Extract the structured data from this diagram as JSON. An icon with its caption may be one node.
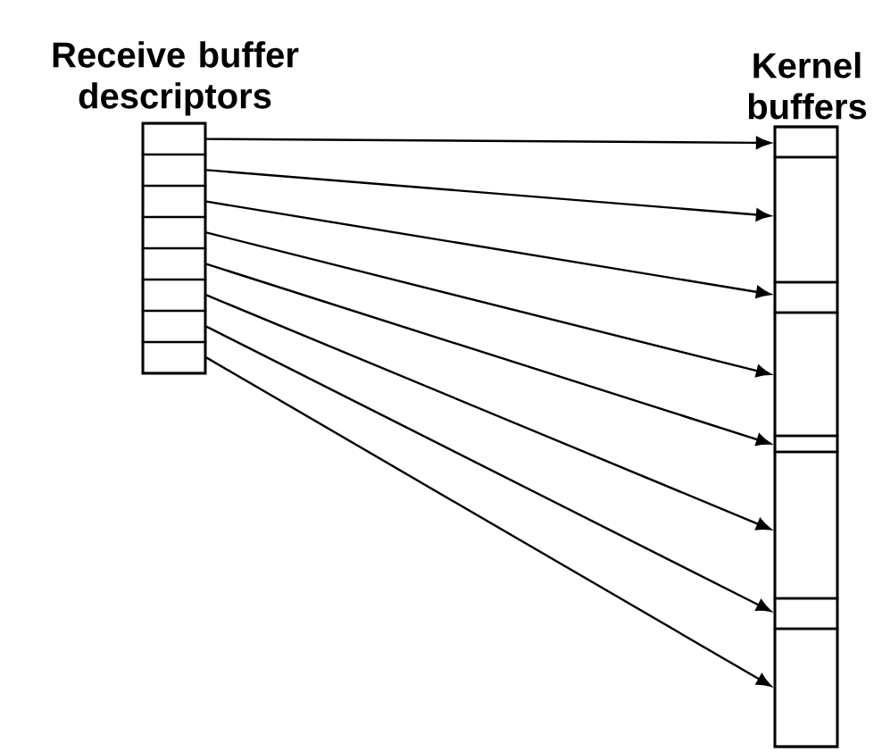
{
  "diagram": {
    "nodes": [
      {
        "text": [
          "Receive buffer descriptors"
        ]
      },
      {
        "text": [],
        "shape": "box",
        "in": 0
      },
      {
        "text": [],
        "shape": "box",
        "in": 0
      },
      {
        "text": [],
        "shape": "box",
        "in": 0
      },
      {
        "text": [],
        "shape": "box",
        "in": 0
      },
      {
        "text": [],
        "shape": "box",
        "in": 0
      },
      {
        "text": [],
        "shape": "box",
        "in": 0
      },
      {
        "text": [],
        "shape": "box",
        "in": 0
      },
      {
        "text": [],
        "shape": "box",
        "in": 0
      },
      {
        "text": [
          "Kernel buffers"
        ]
      },
      {
        "text": [],
        "shape": "box",
        "in": 9
      },
      {
        "text": [],
        "shape": "box",
        "in": 9
      },
      {
        "text": [],
        "shape": "box",
        "in": 9
      },
      {
        "text": [],
        "shape": "box",
        "in": 9
      },
      {
        "text": [],
        "shape": "box",
        "in": 9
      },
      {
        "text": [],
        "shape": "box",
        "in": 9
      },
      {
        "text": [],
        "shape": "box",
        "in": 9
      },
      {
        "text": [],
        "shape": "box",
        "in": 9
      }
    ],
    "edges": [
      {
        "from": 1,
        "to": 10,
        "arrow": "to"
      },
      {
        "from": 2,
        "to": 11,
        "arrow": "to"
      },
      {
        "from": 3,
        "to": 12,
        "arrow": "to"
      },
      {
        "from": 4,
        "to": 13,
        "arrow": "to"
      },
      {
        "from": 5,
        "to": 14,
        "arrow": "to"
      },
      {
        "from": 6,
        "to": 15,
        "arrow": "to"
      },
      {
        "from": 7,
        "to": 16,
        "arrow": "to"
      },
      {
        "from": 8,
        "to": 17,
        "arrow": "to"
      }
    ]
  }
}
